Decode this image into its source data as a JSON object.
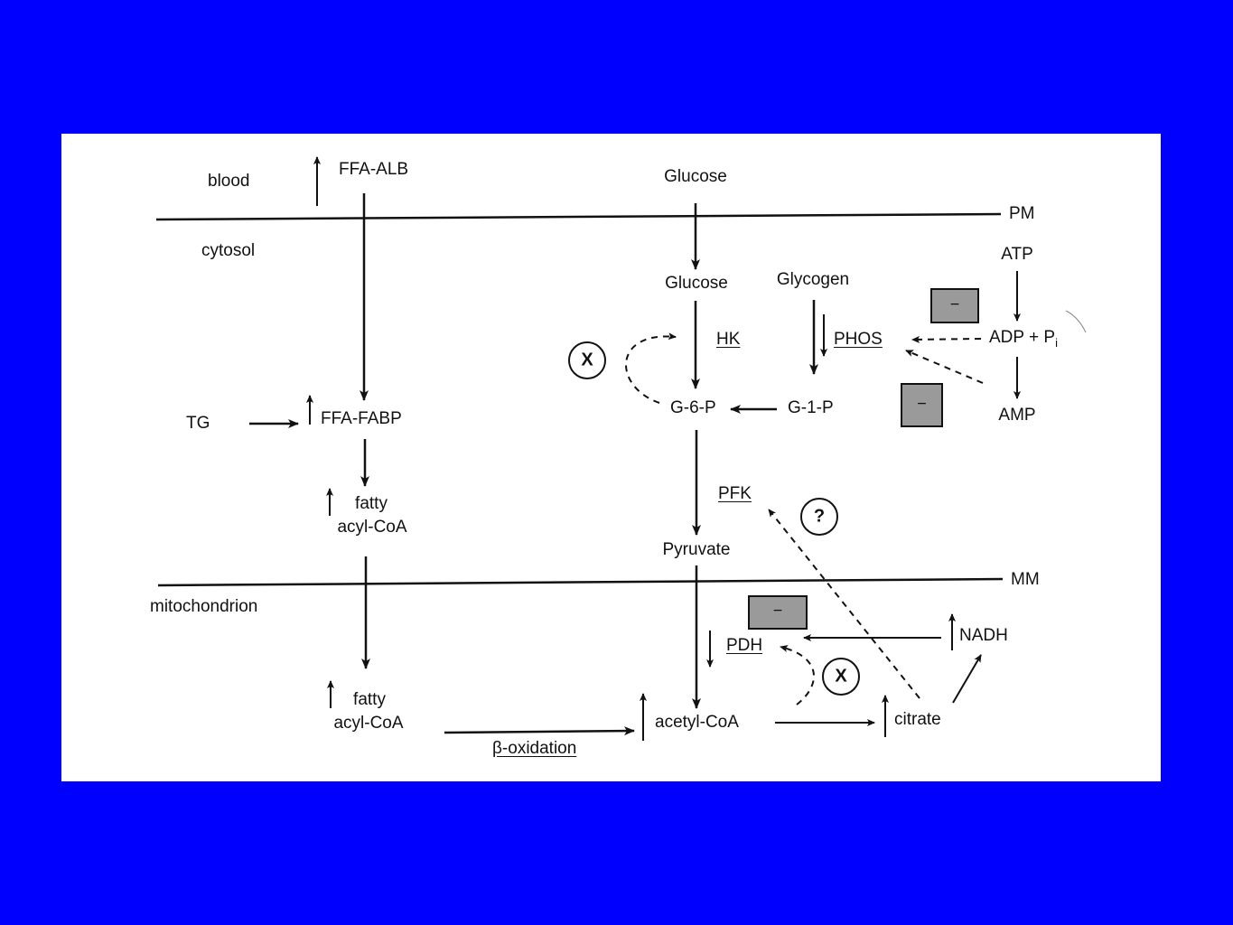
{
  "colors": {
    "background": "#0000ff",
    "panel": "#ffffff",
    "ink": "#111111",
    "inhibitor_box": "#9a9a9a"
  },
  "compartments": {
    "blood": "blood",
    "cytosol": "cytosol",
    "mitochondrion": "mitochondrion",
    "pm": "PM",
    "mm": "MM"
  },
  "nodes": {
    "ffa_alb": "FFA-ALB",
    "ffa_fabp": "FFA-FABP",
    "tg": "TG",
    "fatty_acyl_coa_cyto_1": "fatty",
    "fatty_acyl_coa_cyto_2": "acyl-CoA",
    "fatty_acyl_coa_mito_1": "fatty",
    "fatty_acyl_coa_mito_2": "acyl-CoA",
    "glucose_blood": "Glucose",
    "glucose_cyto": "Glucose",
    "glycogen": "Glycogen",
    "g6p": "G-6-P",
    "g1p": "G-1-P",
    "pyruvate": "Pyruvate",
    "acetyl_coa": "acetyl-CoA",
    "citrate": "citrate",
    "nadh": "NADH",
    "atp": "ATP",
    "adp_pi": "ADP + P",
    "adp_pi_sub": "i",
    "amp": "AMP"
  },
  "enzymes": {
    "hk": "HK",
    "phos": "PHOS",
    "pfk": "PFK",
    "pdh": "PDH",
    "beta_oxidation": "β-oxidation"
  },
  "symbols": {
    "inhibit": "−",
    "blocked": "X",
    "unknown": "?"
  }
}
